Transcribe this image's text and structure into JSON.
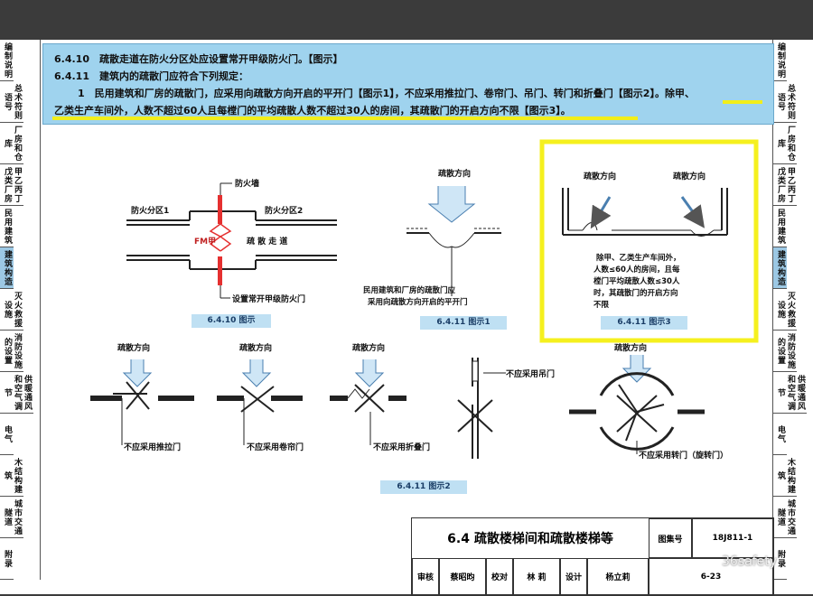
{
  "left_tabs": [
    "编制说明",
    "总术符则语号",
    "厂房和仓库",
    "甲乙丙丁戊类厂房",
    "民用建筑",
    "建筑构造",
    "灭火救援设施",
    "消防设施的设置",
    "供暖通风和空气调节",
    "电气",
    "木结构建筑",
    "城市交通隧道",
    "附录"
  ],
  "right_tabs": [
    "编制说明",
    "总术符则语号",
    "厂房和仓库",
    "甲乙丙丁戊类厂房",
    "民用建筑",
    "建筑构造",
    "灭火救援设施",
    "消防设施的设置",
    "供暖通风和空气调节",
    "电气",
    "木结构建筑",
    "城市交通隧道",
    "附录"
  ],
  "active_tab": "建筑构造",
  "header": {
    "line1": "6.4.10　疏散走道在防火分区处应设置常开甲级防火门。【图示】",
    "line2": "6.4.11　建筑内的疏散门应符合下列规定：",
    "line3": "1　民用建筑和厂房的疏散门，应采用向疏散方向开启的平开门【图示1】，不应采用推拉门、卷帘门、吊门、转门和折叠门【图示2】。除甲、",
    "line4": "乙类生产车间外，人数不超过60人且每樘门的平均疏散人数不超过30人的房间，其疏散门的开启方向不限【图示3】。"
  },
  "fig1": {
    "firewall": "防火墙",
    "zone1": "防火分区1",
    "zone2": "防火分区2",
    "fm": "FM甲",
    "corridor": "疏 散 走 道",
    "note": "设置常开甲级防火门",
    "caption": "6.4.10 图示"
  },
  "fig2": {
    "dir": "疏散方向",
    "note1": "民用建筑和厂房的疏散门应",
    "note2": "采用向疏散方向开启的平开门",
    "caption": "6.4.11 图示1"
  },
  "fig3": {
    "dir_left": "疏散方向",
    "dir_right": "疏散方向",
    "note": [
      "除甲、乙类生产车间外，",
      "人数≤60人的房间，且每",
      "樘门平均疏散人数≤30人",
      "时，其疏散门的开启方向",
      "不限"
    ],
    "caption": "6.4.11 图示3",
    "highlight_color": "#f5f01e"
  },
  "fig4": {
    "dirs": [
      "疏散方向",
      "疏散方向",
      "疏散方向",
      "疏散方向"
    ],
    "labels": [
      "不应采用推拉门",
      "不应采用卷帘门",
      "不应采用折叠门",
      "不应采用吊门",
      "不应采用转门（旋转门）"
    ],
    "caption": "6.4.11 图示2"
  },
  "titleblock": {
    "title": "6.4 疏散楼梯间和疏散楼梯等",
    "atlas_label": "图集号",
    "atlas_no": "18J811-1",
    "review": "审核",
    "reviewer": "蔡昭昀",
    "check": "校对",
    "checker": "林 莉",
    "design": "设计",
    "designer": "杨立莉",
    "page": "6-23"
  },
  "watermark": "36safety"
}
